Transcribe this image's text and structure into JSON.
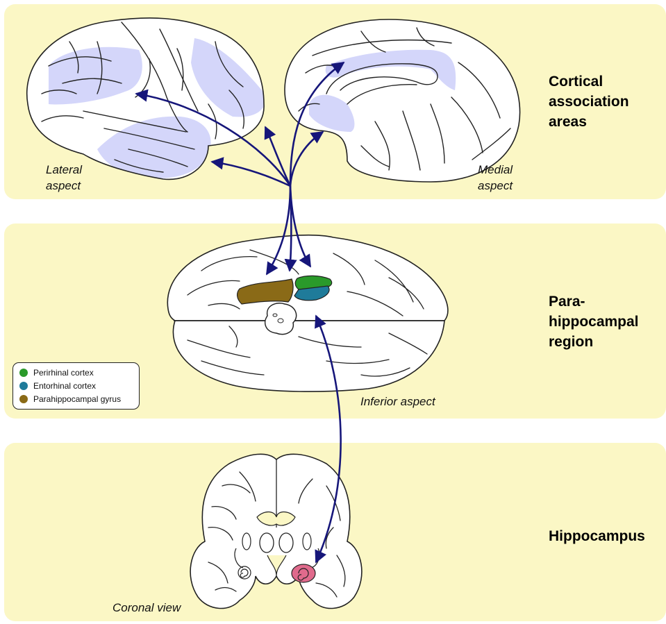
{
  "panels": {
    "cortical": {
      "title_line1": "Cortical",
      "title_line2": "association",
      "title_line3": "areas"
    },
    "parahippocampal": {
      "title_line1": "Para-",
      "title_line2": "hippocampal",
      "title_line3": "region"
    },
    "hippocampus": {
      "title": "Hippocampus"
    }
  },
  "aspects": {
    "lateral_line1": "Lateral",
    "lateral_line2": "aspect",
    "medial_line1": "Medial",
    "medial_line2": "aspect",
    "inferior": "Inferior aspect",
    "coronal": "Coronal view"
  },
  "legend": {
    "items": [
      {
        "label": "Perirhinal cortex",
        "color": "#2a9a2a"
      },
      {
        "label": "Entorhinal cortex",
        "color": "#1f7b9a"
      },
      {
        "label": "Parahippocampal gyrus",
        "color": "#8a6a17"
      }
    ]
  },
  "colors": {
    "panel_bg": "#fbf7c5",
    "association_highlight": "#d4d6fa",
    "arrow": "#16167a",
    "hippocampus": "#e06a8c"
  }
}
